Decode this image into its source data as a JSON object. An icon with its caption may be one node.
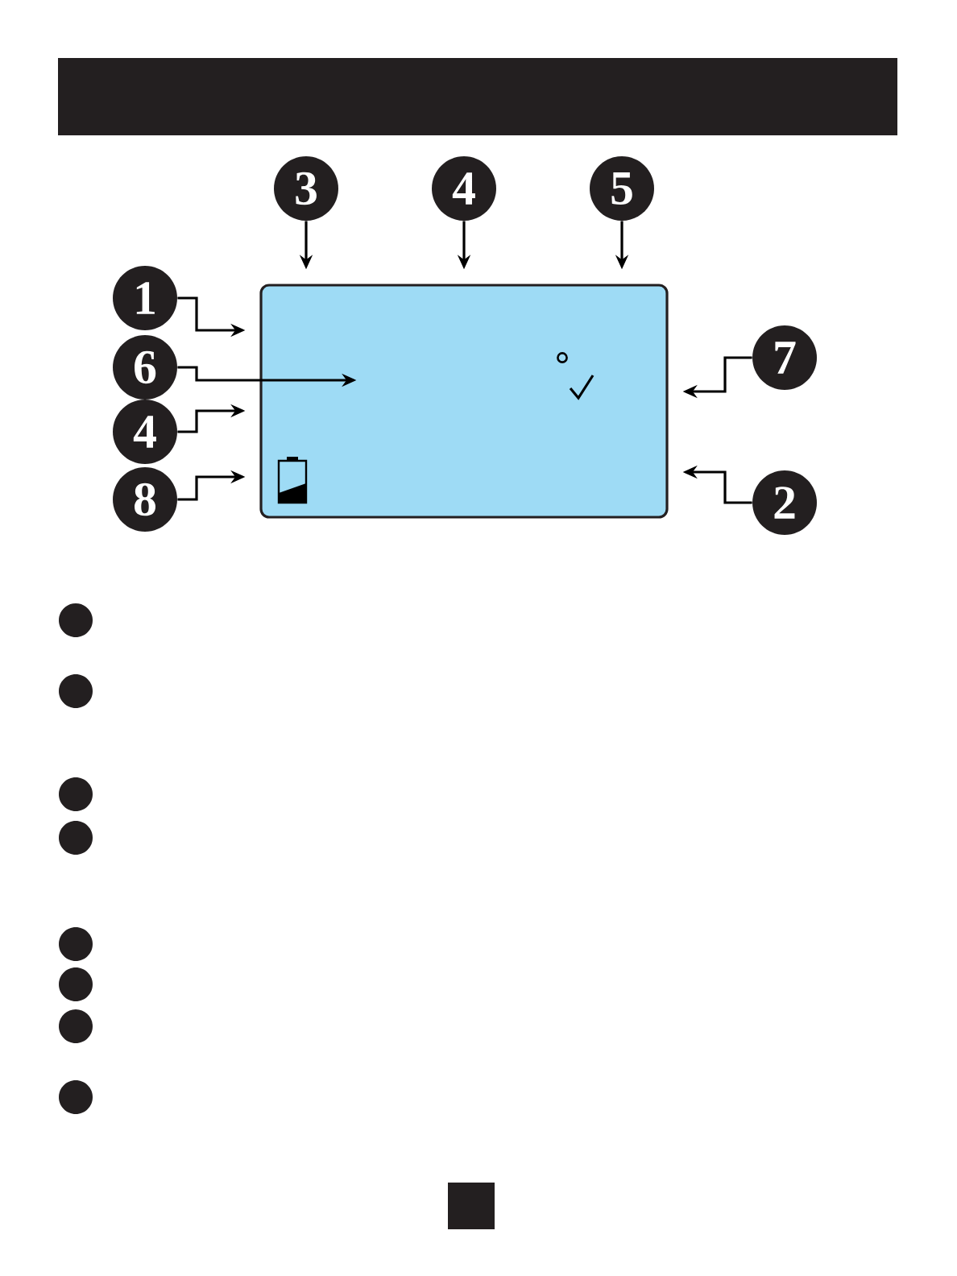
{
  "diagram": {
    "nodes": [
      {
        "text": [
          "3"
        ]
      },
      {
        "text": [
          "4"
        ]
      },
      {
        "text": [
          "5"
        ]
      },
      {
        "text": [
          "1"
        ]
      },
      {
        "text": [],
        "shape": "box"
      },
      {
        "text": [
          "7"
        ]
      },
      {
        "text": [
          "6"
        ]
      },
      {
        "text": [
          "4"
        ]
      },
      {
        "text": [
          "8"
        ]
      },
      {
        "text": [
          "2"
        ]
      },
      {
        "text": [],
        "shape": "circle"
      },
      {
        "text": [],
        "shape": "circle"
      },
      {
        "text": [],
        "shape": "circle"
      },
      {
        "text": [],
        "shape": "circle"
      },
      {
        "text": [],
        "shape": "circle"
      },
      {
        "text": [],
        "shape": "circle"
      },
      {
        "text": [],
        "shape": "circle"
      },
      {
        "text": [],
        "shape": "circle"
      }
    ],
    "edges": [
      {
        "from": 0,
        "to": 4,
        "arrow": "to"
      },
      {
        "from": 1,
        "to": 4,
        "arrow": "to"
      },
      {
        "from": 2,
        "to": 4,
        "arrow": "to"
      },
      {
        "from": 3,
        "to": 4,
        "arrow": "to"
      },
      {
        "from": 5,
        "to": 4,
        "arrow": "to"
      },
      {
        "from": 6,
        "to": 4,
        "arrow": "to"
      },
      {
        "from": 7,
        "to": 4,
        "arrow": "to"
      },
      {
        "from": 8,
        "to": 4,
        "arrow": "to"
      },
      {
        "from": 9,
        "to": 4,
        "arrow": "to"
      }
    ]
  }
}
